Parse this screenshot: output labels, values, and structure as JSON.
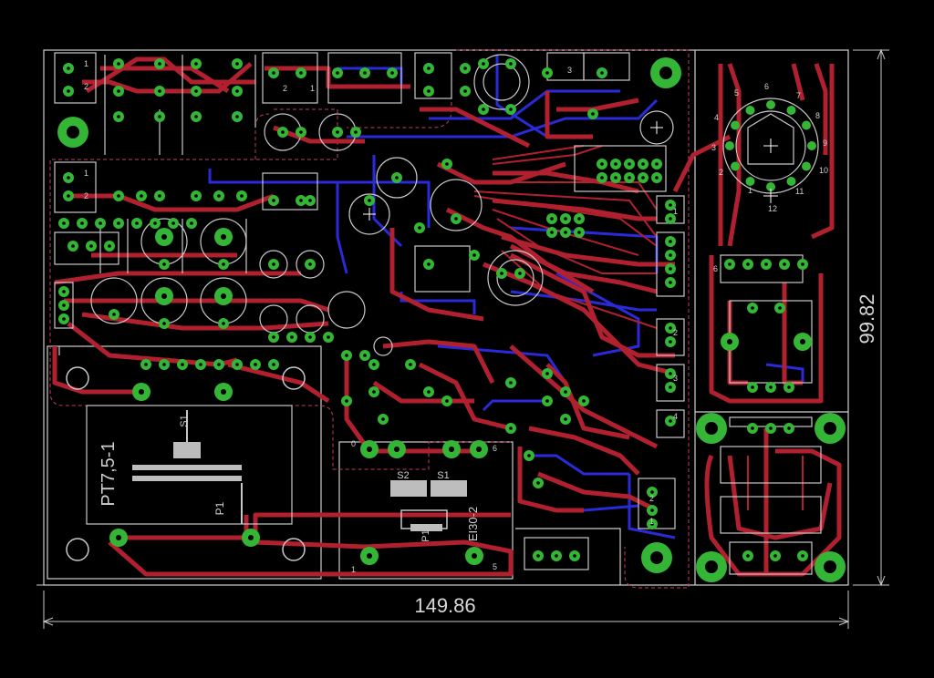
{
  "pcb": {
    "dimension_width": "149.86",
    "dimension_height": "99.82",
    "labels": {
      "transformer_1": "PT7,5-1",
      "transformer_2": "EI30-2",
      "p1_a": "P1",
      "p1_b": "P1",
      "s1_a": "S1",
      "s1_b": "S1",
      "s2": "S2"
    },
    "pin_labels": {
      "conn_tl_1": "1",
      "conn_tl_2": "2",
      "conn_l_1": "1",
      "conn_l_2": "2",
      "mid_top_1": "1",
      "mid_top_2": "2",
      "t2_0": "0",
      "t2_6": "6",
      "t2_1": "1",
      "t2_5": "5",
      "hdr_1": "1",
      "hdr_2": "2",
      "hdr_3": "3",
      "hdr_4": "4",
      "rot_1": "1",
      "rot_2": "2",
      "rot_3": "3",
      "rot_4": "4",
      "rot_5": "5",
      "rot_6": "6",
      "rot_7": "7",
      "rot_8": "8",
      "rot_9": "9",
      "rot_10": "10",
      "rot_11": "11",
      "rot_12": "12",
      "sw_6": "6",
      "rt_1": "1",
      "rt_2": "2",
      "rt_3": "3"
    },
    "colors": {
      "background": "#000000",
      "top_copper": "#b0202f",
      "bottom_copper": "#2a2ad8",
      "pad": "#35b535",
      "silkscreen": "#c8c8c8",
      "outline": "#d0d0d0",
      "keepout": "#c04060"
    }
  }
}
